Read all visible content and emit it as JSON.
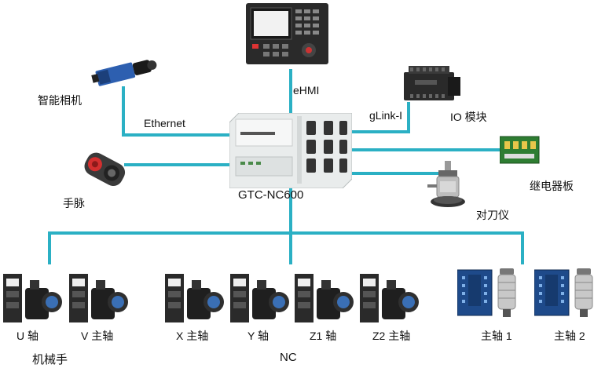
{
  "colors": {
    "bus": "#2bb0c4",
    "device_dark": "#2a2a2a",
    "drive_blue": "#1e4a8a",
    "camera_blue": "#2d5fb0"
  },
  "controller": {
    "name": "GTC-NC600"
  },
  "peripherals": {
    "hmi": "eHMI",
    "camera": "智能相机",
    "camera_link": "Ethernet",
    "io_link": "gLink-I",
    "io_module": "IO 模块",
    "relay_board": "继电器板",
    "handwheel": "手脉",
    "tool_setter": "对刀仪"
  },
  "groups": {
    "robot": "机械手",
    "nc": "NC"
  },
  "axes": [
    {
      "label": "U 轴",
      "kind": "servo"
    },
    {
      "label": "V 主轴",
      "kind": "servo"
    },
    {
      "label": "X 主轴",
      "kind": "servo"
    },
    {
      "label": "Y 轴",
      "kind": "servo"
    },
    {
      "label": "Z1 轴",
      "kind": "servo"
    },
    {
      "label": "Z2 主轴",
      "kind": "servo"
    },
    {
      "label": "主轴 1",
      "kind": "spindle"
    },
    {
      "label": "主轴 2",
      "kind": "spindle"
    }
  ]
}
